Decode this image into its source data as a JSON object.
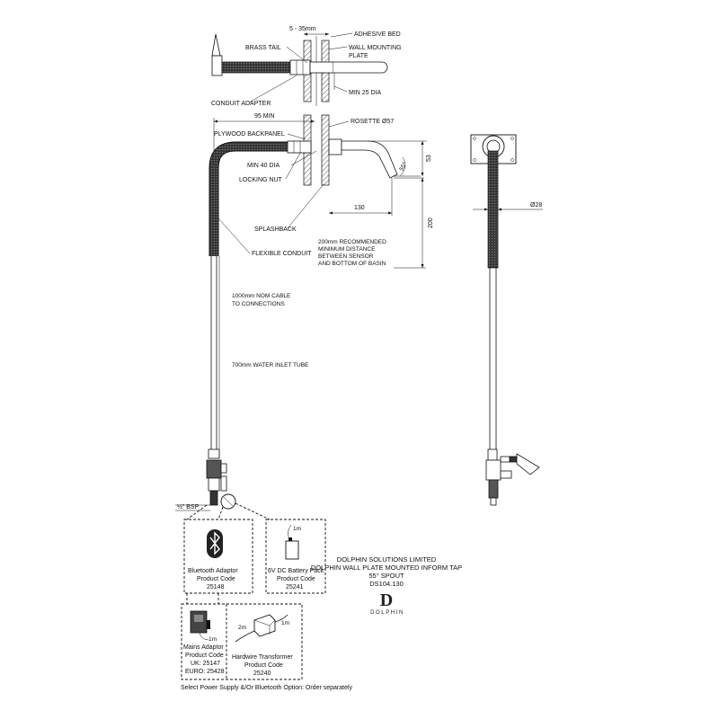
{
  "labels": {
    "dim_5_35": "5 - 35mm",
    "adhesive_bed": "ADHESIVE BED",
    "brass_tail": "BRASS TAIL",
    "wall_mounting_1": "WALL MOUNTING",
    "wall_mounting_2": "PLATE",
    "conduit_adapter": "CONDUIT ADAPTER",
    "min_25_dia": "MIN 25 DIA",
    "dim_95_min": "95 MIN",
    "rosette": "ROSETTE Ø57",
    "plywood": "PLYWOOD BACKPANEL",
    "min_40_dia": "MIN 40 DIA",
    "locking_nut": "LOCKING NUT",
    "angle_55": "55°",
    "dim_53": "53",
    "dim_130": "130",
    "dim_200": "200",
    "dim_28": "Ø28",
    "splashback": "SPLASHBACK",
    "flexible_conduit": "FLEXIBLE CONDUIT",
    "rec_1": "200mm RECOMMENDED",
    "rec_2": "MINIMUM DISTANCE",
    "rec_3": "BETWEEN SENSOR",
    "rec_4": "AND BOTTOM OF BASIN",
    "cable_1": "1000mm NOM CABLE",
    "cable_2": "TO CONNECTIONS",
    "water_inlet": "700mm WATER INLET TUBE",
    "bsp": "½\" BSP"
  },
  "modules": {
    "bluetooth_name": "Bluetooth Adaptor",
    "bluetooth_code_label": "Product Code",
    "bluetooth_code": "25148",
    "battery_len": "1m",
    "battery_name": "6V DC Battery Pack",
    "battery_code_label": "Product Code",
    "battery_code": "25241",
    "mains_len": "1m",
    "mains_name": "Mains Adaptor",
    "mains_code_label": "Product Code",
    "mains_uk": "UK: 25147",
    "mains_euro": "EURO: 25428",
    "transformer_len_a": "2m",
    "transformer_len_b": "1m",
    "transformer_name": "Hardwire Transformer",
    "transformer_code_label": "Product Code",
    "transformer_code": "25240"
  },
  "title_block": {
    "line1": "DOLPHIN SOLUTIONS LIMITED",
    "line2": "DOLPHIN WALL PLATE MOUNTED INFORM TAP",
    "line3": "55° SPOUT",
    "line4": "DS104.130",
    "logo_letter": "D",
    "logo_word": "DOLPHIN"
  },
  "footer": "Select Power Supply &/Or Bluetooth Option: Order separately",
  "icons": {
    "bluetooth": "bluetooth-icon",
    "battery": "battery-pack-icon",
    "mains": "mains-plug-icon",
    "transformer": "transformer-icon"
  }
}
